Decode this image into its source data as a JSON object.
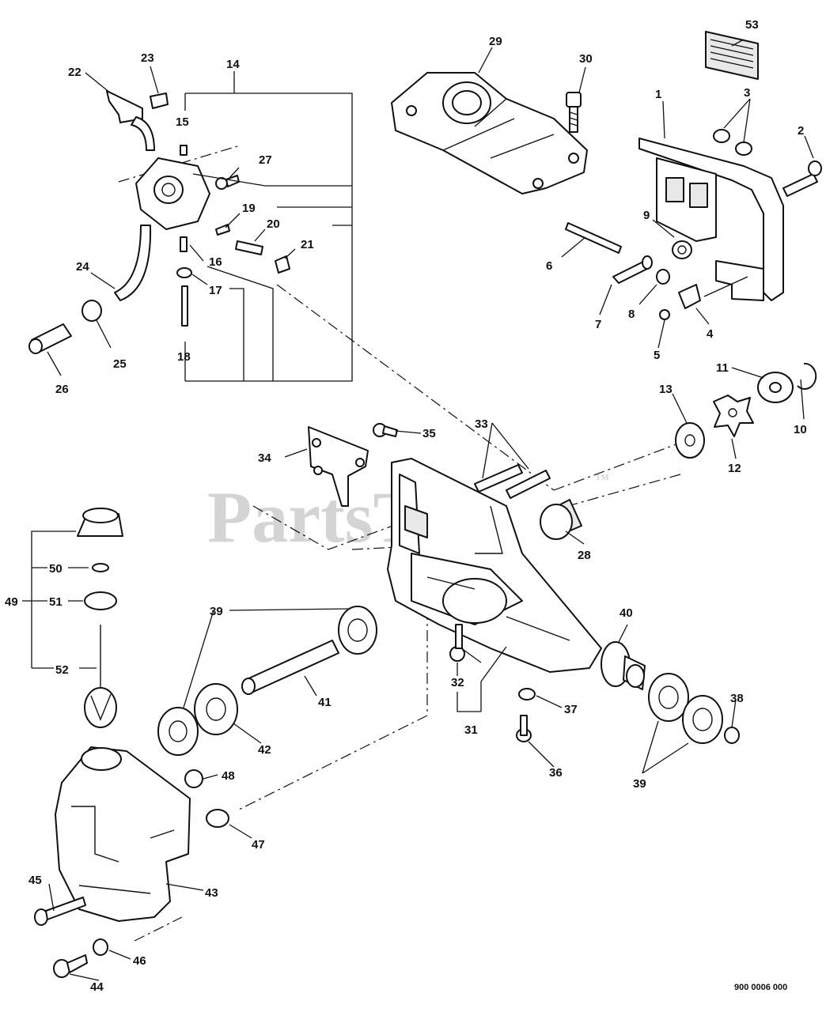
{
  "watermark": {
    "text": "PartsTree",
    "tm": "™"
  },
  "drawing_number": "900 0006 000",
  "callouts": [
    {
      "id": "c1",
      "label": "1"
    },
    {
      "id": "c2",
      "label": "2"
    },
    {
      "id": "c3",
      "label": "3"
    },
    {
      "id": "c4",
      "label": "4"
    },
    {
      "id": "c5",
      "label": "5"
    },
    {
      "id": "c6",
      "label": "6"
    },
    {
      "id": "c7",
      "label": "7"
    },
    {
      "id": "c8",
      "label": "8"
    },
    {
      "id": "c9",
      "label": "9"
    },
    {
      "id": "c10",
      "label": "10"
    },
    {
      "id": "c11",
      "label": "11"
    },
    {
      "id": "c12",
      "label": "12"
    },
    {
      "id": "c13",
      "label": "13"
    },
    {
      "id": "c14",
      "label": "14"
    },
    {
      "id": "c15",
      "label": "15"
    },
    {
      "id": "c16",
      "label": "16"
    },
    {
      "id": "c17",
      "label": "17"
    },
    {
      "id": "c18",
      "label": "18"
    },
    {
      "id": "c19",
      "label": "19"
    },
    {
      "id": "c20",
      "label": "20"
    },
    {
      "id": "c21",
      "label": "21"
    },
    {
      "id": "c22",
      "label": "22"
    },
    {
      "id": "c23",
      "label": "23"
    },
    {
      "id": "c24",
      "label": "24"
    },
    {
      "id": "c25",
      "label": "25"
    },
    {
      "id": "c26",
      "label": "26"
    },
    {
      "id": "c27",
      "label": "27"
    },
    {
      "id": "c28",
      "label": "28"
    },
    {
      "id": "c29",
      "label": "29"
    },
    {
      "id": "c30",
      "label": "30"
    },
    {
      "id": "c31",
      "label": "31"
    },
    {
      "id": "c32",
      "label": "32"
    },
    {
      "id": "c33",
      "label": "33"
    },
    {
      "id": "c34",
      "label": "34"
    },
    {
      "id": "c35",
      "label": "35"
    },
    {
      "id": "c36",
      "label": "36"
    },
    {
      "id": "c37",
      "label": "37"
    },
    {
      "id": "c38",
      "label": "38"
    },
    {
      "id": "c39a",
      "label": "39"
    },
    {
      "id": "c39b",
      "label": "39"
    },
    {
      "id": "c40",
      "label": "40"
    },
    {
      "id": "c41",
      "label": "41"
    },
    {
      "id": "c42",
      "label": "42"
    },
    {
      "id": "c43",
      "label": "43"
    },
    {
      "id": "c44",
      "label": "44"
    },
    {
      "id": "c45",
      "label": "45"
    },
    {
      "id": "c46",
      "label": "46"
    },
    {
      "id": "c47",
      "label": "47"
    },
    {
      "id": "c48",
      "label": "48"
    },
    {
      "id": "c49",
      "label": "49"
    },
    {
      "id": "c50",
      "label": "50"
    },
    {
      "id": "c51",
      "label": "51"
    },
    {
      "id": "c52",
      "label": "52"
    },
    {
      "id": "c53",
      "label": "53"
    }
  ]
}
